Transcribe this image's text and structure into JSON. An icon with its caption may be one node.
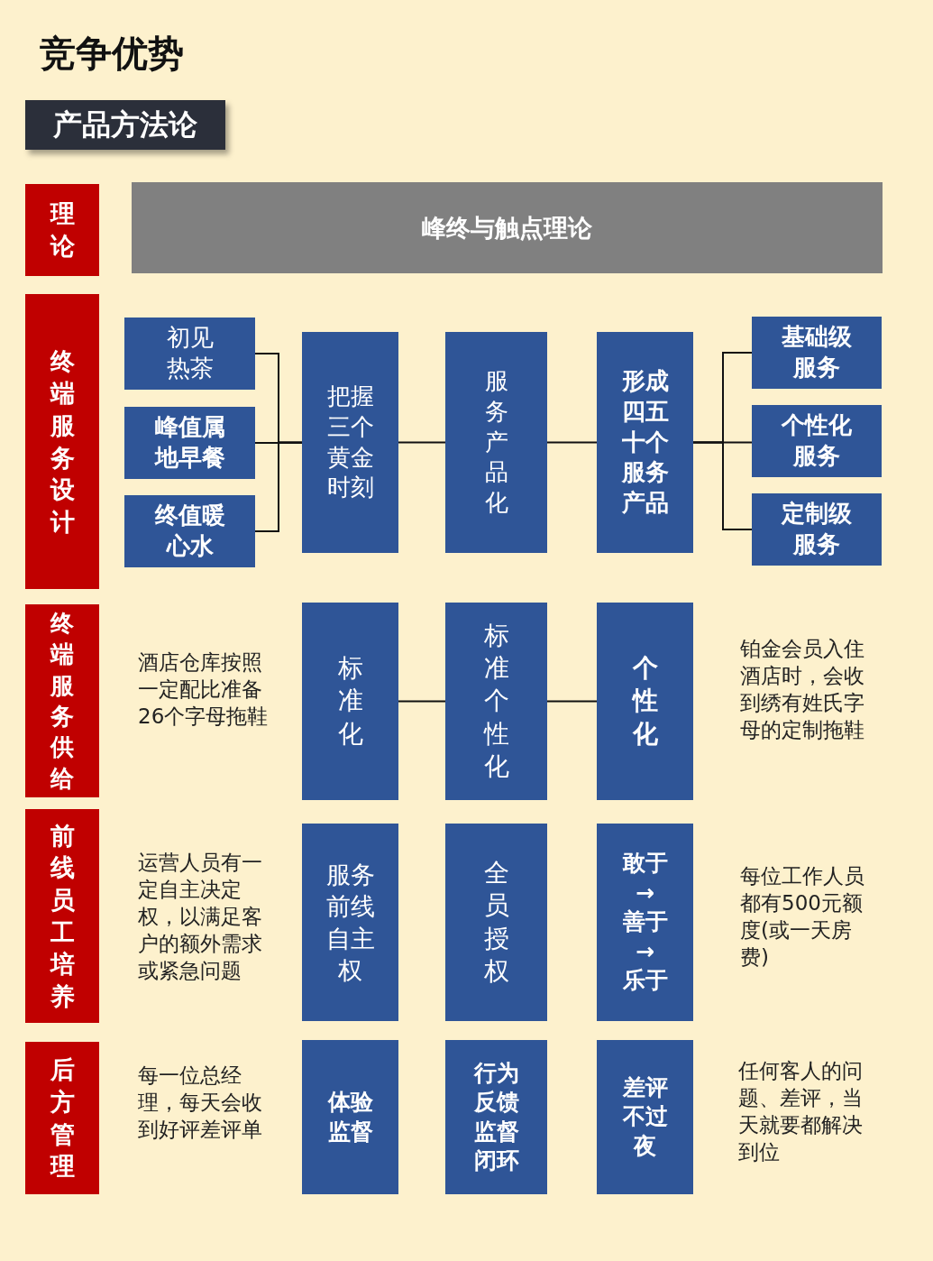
{
  "diagram": {
    "title": "竞争优势",
    "nodes": [
      {
        "text": [
          "产品方法论"
        ]
      },
      {
        "text": [
          "理论"
        ]
      },
      {
        "text": [
          "峰终与触点理论"
        ]
      },
      {
        "text": [
          "终端服务设计"
        ]
      },
      {
        "text": [
          "初见热茶"
        ]
      },
      {
        "text": [
          "峰值属地早餐"
        ]
      },
      {
        "text": [
          "终值暖心水"
        ]
      },
      {
        "text": [
          "把握三个黄金时刻"
        ]
      },
      {
        "text": [
          "服务产品化"
        ]
      },
      {
        "text": [
          "形成四五十个服务产品"
        ]
      },
      {
        "text": [
          "基础级服务"
        ]
      },
      {
        "text": [
          "个性化服务"
        ]
      },
      {
        "text": [
          "定制级服务"
        ]
      },
      {
        "text": [
          "终端服务供给"
        ]
      },
      {
        "text": [
          "标准化"
        ]
      },
      {
        "text": [
          "标准个性化"
        ]
      },
      {
        "text": [
          "个性化"
        ]
      },
      {
        "text": [
          "前线员工培养"
        ]
      },
      {
        "text": [
          "服务前线自主权"
        ]
      },
      {
        "text": [
          "全员授权"
        ]
      },
      {
        "text": [
          "敢于 → 善于 → 乐于"
        ]
      },
      {
        "text": [
          "后方管理"
        ]
      },
      {
        "text": [
          "体验监督"
        ]
      },
      {
        "text": [
          "行为反馈监督闭环"
        ]
      },
      {
        "text": [
          "差评不过夜"
        ]
      }
    ],
    "edges": [
      {
        "from": 4,
        "to": 7,
        "arrow": "none"
      },
      {
        "from": 5,
        "to": 7,
        "arrow": "none"
      },
      {
        "from": 6,
        "to": 7,
        "arrow": "none"
      },
      {
        "from": 7,
        "to": 8,
        "arrow": "none"
      },
      {
        "from": 8,
        "to": 9,
        "arrow": "none"
      },
      {
        "from": 9,
        "to": 10,
        "arrow": "none"
      },
      {
        "from": 9,
        "to": 11,
        "arrow": "none"
      },
      {
        "from": 9,
        "to": 12,
        "arrow": "none"
      },
      {
        "from": 14,
        "to": 15,
        "arrow": "none"
      },
      {
        "from": 15,
        "to": 16,
        "arrow": "none"
      }
    ],
    "labels": [
      "酒店仓库按照一定配比准备26个字母拖鞋",
      "铂金会员入住酒店时，会收到绣有姓氏字母的定制拖鞋",
      "运营人员有一定自主决定权，以满足客户的额外需求或紧急问题",
      "每位工作人员都有500元额度(或一天房费)",
      "每一位总经理，每天会收到好评差评单",
      "任何客人的问题、差评，当天就要都解决到位"
    ]
  }
}
